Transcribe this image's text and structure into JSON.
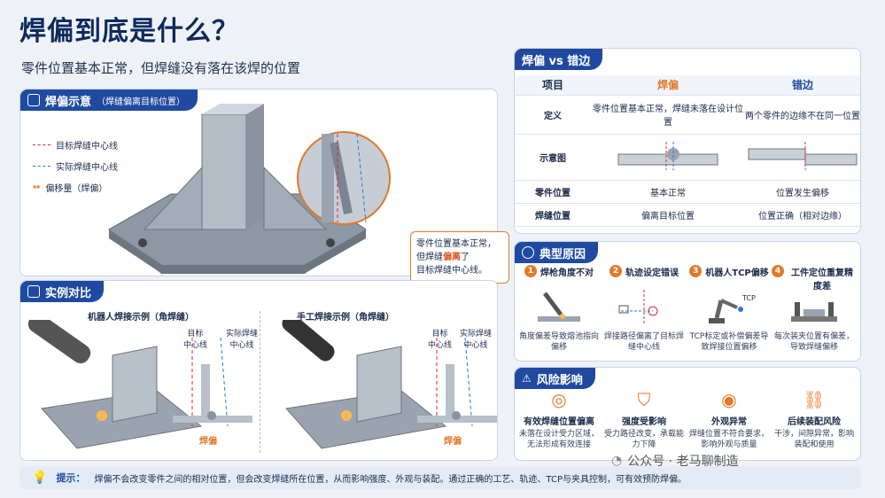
{
  "title": "焊偏到底是什么？",
  "subtitle": "零件位置基本正常，但焊缝没有落在该焊的位置",
  "diagram_panel": {
    "tab": "焊偏示意",
    "tab_note": "（焊缝偏离目标位置）",
    "legend": [
      "目标焊缝中心线",
      "实际焊缝中心线",
      "偏移量（焊偏）"
    ],
    "callout": {
      "l1": "零件位置基本正常，",
      "l2a": "但焊缝",
      "l2b": "偏离",
      "l2c": "了",
      "l3": "目标焊缝中心线。"
    }
  },
  "example_panel": {
    "tab": "实例对比",
    "robot_caption": "机器人焊接示例（角焊缝）",
    "manual_caption": "手工焊接示例（角焊缝）",
    "target_label": "目标\n中心线",
    "actual_label": "实际焊缝\n中心线",
    "offset_label": "焊偏"
  },
  "compare": {
    "tab": "焊偏 vs 错边",
    "headers": [
      "项目",
      "焊偏",
      "错边"
    ],
    "rows": [
      [
        "定义",
        "零件位置基本正常，焊缝未落在设计位置",
        "两个零件的边缘不在同一位置"
      ],
      [
        "示意图",
        "",
        ""
      ],
      [
        "零件位置",
        "基本正常",
        "位置发生偏移"
      ],
      [
        "焊缝位置",
        "偏离目标位置",
        "位置正确（相对边缘）"
      ]
    ]
  },
  "causes": {
    "tab": "典型原因",
    "items": [
      {
        "n": "1",
        "t": "焊枪角度不对",
        "d": "角度偏差导致熔池指向偏移"
      },
      {
        "n": "2",
        "t": "轨迹设定错误",
        "d": "焊接路径偏离了目标焊缝中心线"
      },
      {
        "n": "3",
        "t": "机器人TCP偏移",
        "d": "TCP标定或补偿偏差导致焊接位置偏移"
      },
      {
        "n": "4",
        "t": "工件定位重复精度差",
        "d": "每次装夹位置有偏差，导致焊缝偏移"
      }
    ],
    "tcp_label": "TCP"
  },
  "risks": {
    "tab": "风险影响",
    "items": [
      {
        "t": "有效焊缝位置偏离",
        "d": "未落在设计受力区域，无法形成有效连接"
      },
      {
        "t": "强度受影响",
        "d": "受力路径改变，承载能力下降"
      },
      {
        "t": "外观异常",
        "d": "焊缝位置不符合要求，影响外观与质量"
      },
      {
        "t": "后续装配风险",
        "d": "干涉，间隙异常，影响装配和使用"
      }
    ]
  },
  "tip": {
    "label": "提示：",
    "text": "焊偏不会改变零件之间的相对位置，但会改变焊缝所在位置，从而影响强度、外观与装配。通过正确的工艺、轨迹、TCP与夹具控制，可有效预防焊偏。"
  },
  "watermark": "公众号 · 老马聊制造",
  "colors": {
    "primary": "#1f4aa0",
    "accent": "#e07a2b",
    "target_line": "#d9262b",
    "actual_line": "#2f78d4"
  }
}
